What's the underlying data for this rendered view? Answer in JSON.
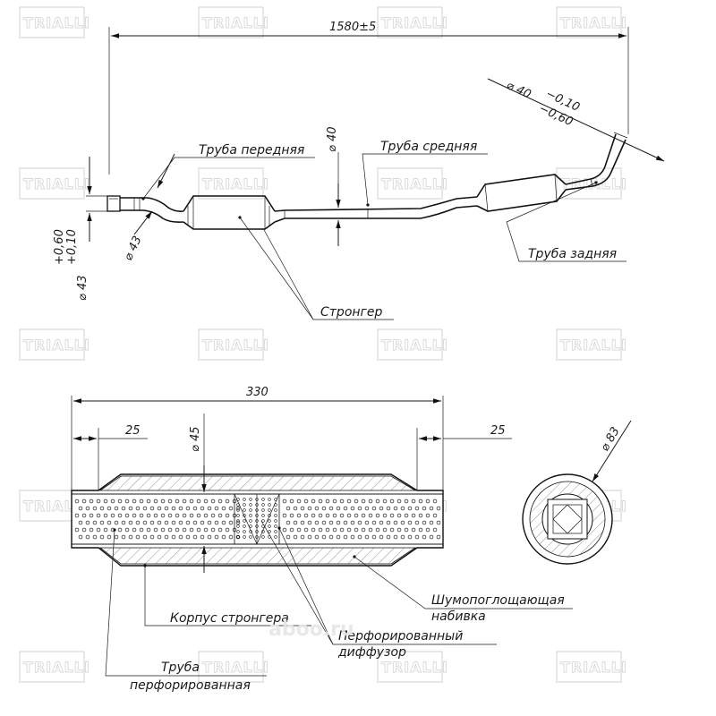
{
  "watermark": {
    "brand": "TRIALLI",
    "site": "aboo.ru"
  },
  "top_view": {
    "overall_dim": "1580±5",
    "outlet_dim": "⌀ 40",
    "outlet_tol_upper": "−0,10",
    "outlet_tol_lower": "−0,60",
    "outlet_tol_prefix": "⌀ 40",
    "middle_dim": "⌀ 40",
    "front_inner_dim": "⌀ 43",
    "front_outer_dim": "⌀ 43",
    "front_tol_upper": "+0,60",
    "front_tol_lower": "+0,10",
    "labels": {
      "front_pipe": "Труба передняя",
      "middle_pipe": "Труба средняя",
      "rear_pipe": "Труба задняя",
      "stronger": "Стронгер"
    }
  },
  "section_view": {
    "length_dim": "330",
    "left_end_dim": "25",
    "right_end_dim": "25",
    "pipe_dim": "⌀ 45",
    "body_dim": "⌀ 83",
    "labels": {
      "absorbing_fill_1": "Шумопоглощающая",
      "absorbing_fill_2": "набивка",
      "body": "Корпус стронгера",
      "diffuser_1": "Перфорированный",
      "diffuser_2": "диффузор",
      "perforated_pipe_1": "Труба",
      "perforated_pipe_2": "перфорированная"
    }
  }
}
